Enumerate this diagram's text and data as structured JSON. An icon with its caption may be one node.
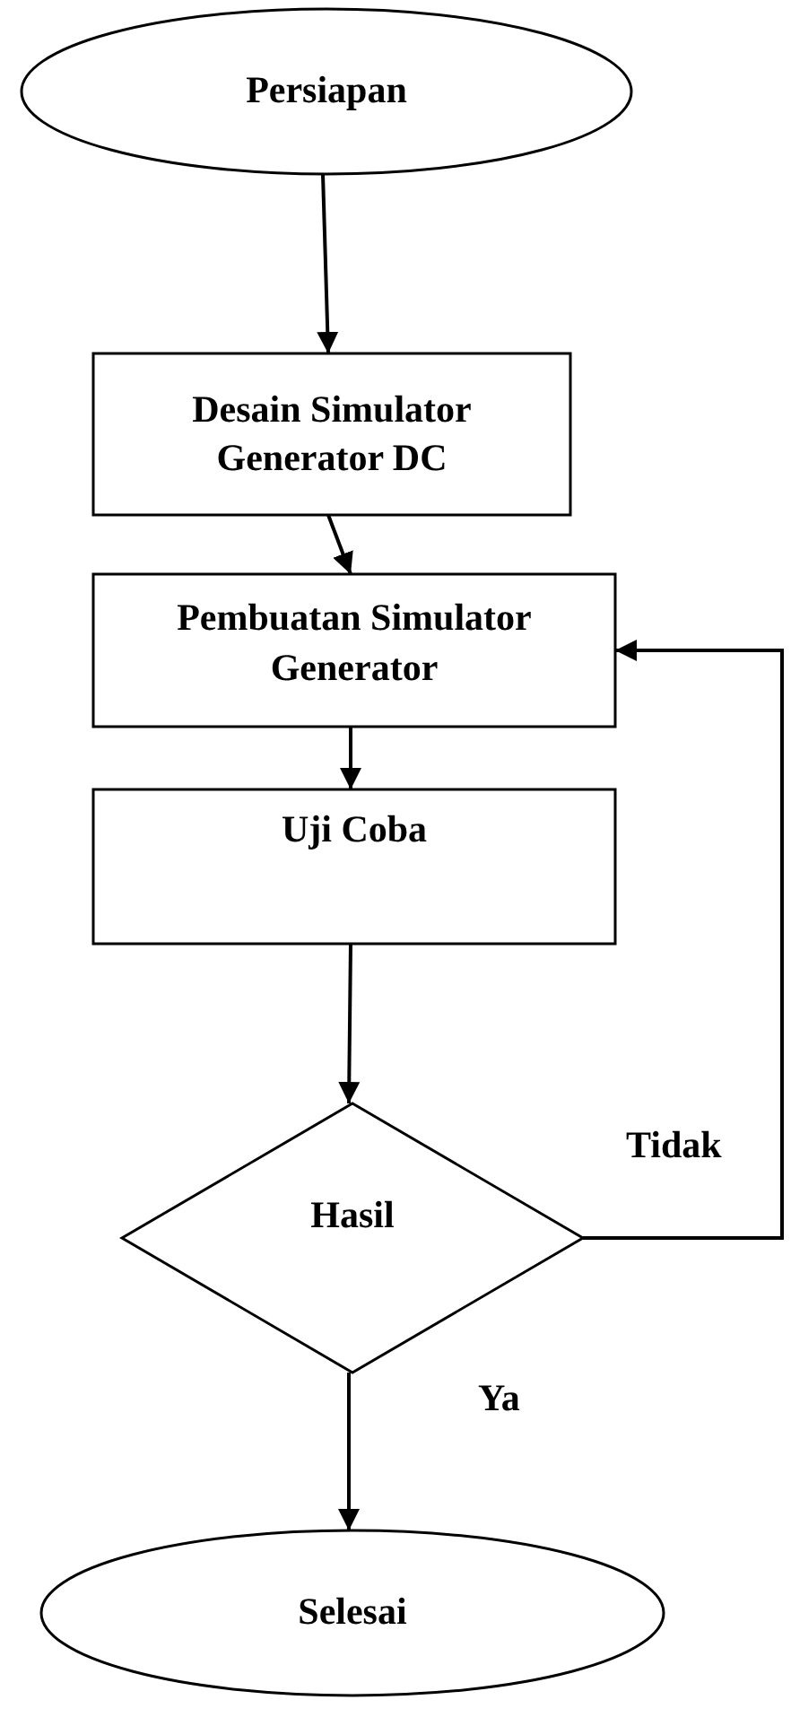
{
  "diagram": {
    "nodes": [
      {
        "text": [
          "Persiapan"
        ]
      },
      {
        "text": [
          "Desain Simulator Generator DC"
        ]
      },
      {
        "text": [
          "Pembuatan Simulator Generator"
        ]
      },
      {
        "text": [
          "Uji Coba"
        ]
      },
      {
        "text": [
          "Hasil"
        ]
      },
      {
        "text": [
          "Selesai"
        ]
      }
    ],
    "edges": [
      {
        "from": 0,
        "to": 1,
        "arrow": "to"
      },
      {
        "from": 1,
        "to": 2,
        "arrow": "to"
      },
      {
        "from": 2,
        "to": 3,
        "arrow": "to"
      },
      {
        "from": 3,
        "to": 4,
        "arrow": "to"
      },
      {
        "from": 4,
        "to": 5,
        "label": "Ya",
        "arrow": "to"
      },
      {
        "from": 4,
        "to": 2,
        "label": "Tidak",
        "arrow": "to"
      }
    ]
  }
}
